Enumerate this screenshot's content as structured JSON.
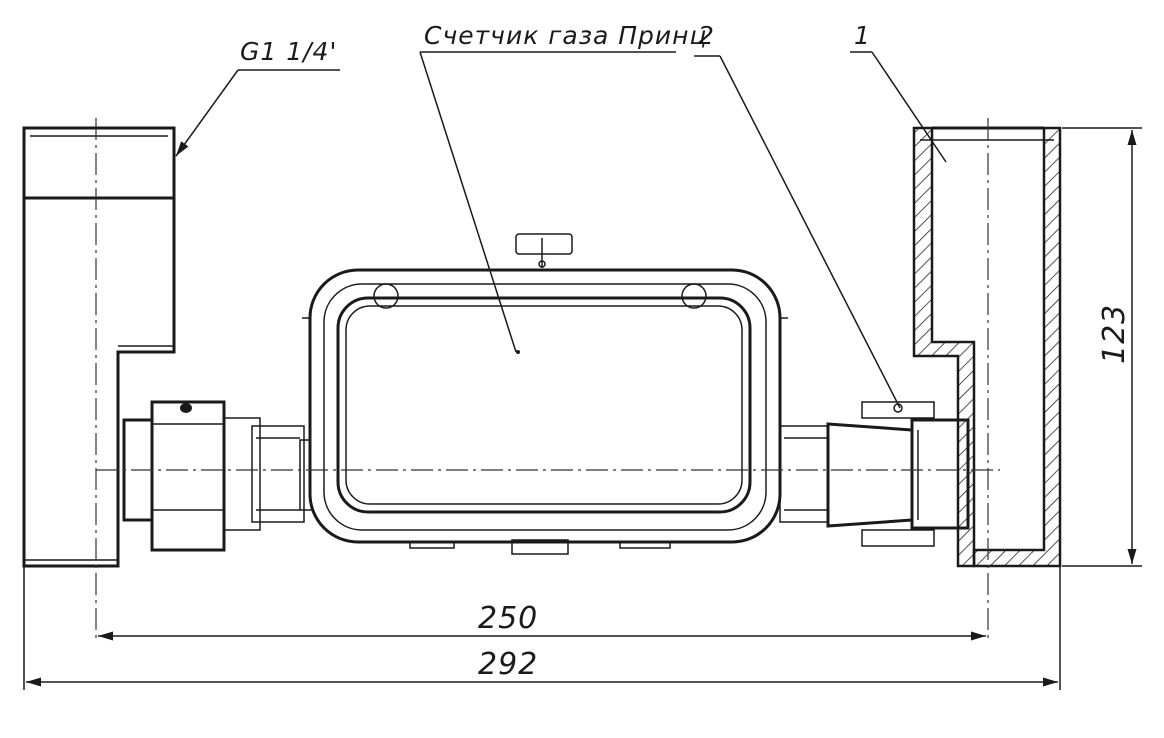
{
  "labels": {
    "thread": "G1 1/4'",
    "meter_name": "Счетчик газа Принц",
    "part_1": "1",
    "part_2": "2"
  },
  "dimensions": {
    "height": "123",
    "inner_length": "250",
    "overall_length": "292"
  },
  "colors": {
    "line": "#1a1a1a",
    "background": "#ffffff"
  }
}
